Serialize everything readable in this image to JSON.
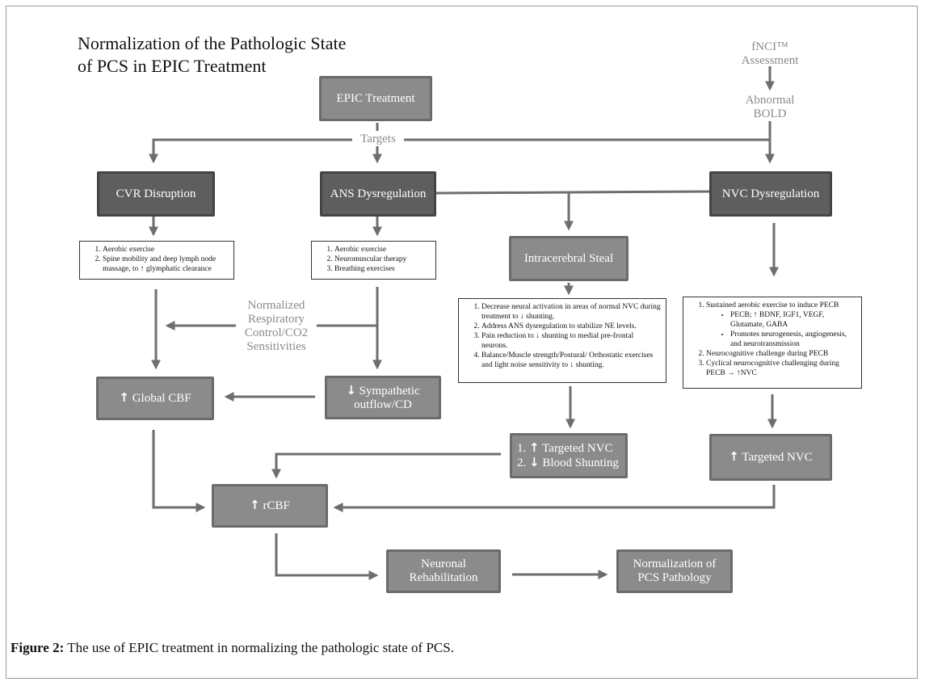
{
  "title": {
    "line1": "Normalization of the Pathologic State",
    "line2": "of PCS in EPIC Treatment"
  },
  "fnci": {
    "line1": "fNCI™",
    "line2": "Assessment"
  },
  "abnormal_bold": {
    "line1": "Abnormal",
    "line2": "BOLD"
  },
  "targets_label": "Targets",
  "nodes": {
    "epic": "EPIC Treatment",
    "cvr": "CVR Disruption",
    "ans": "ANS Dysregulation",
    "nvc_dys": "NVC Dysregulation",
    "steal": "Intracerebral Steal",
    "global_cbf": "Global CBF",
    "symp_line1": "Sympathetic",
    "symp_line2": "outflow/CD",
    "targeted1": "Targeted NVC",
    "shunting1": "Blood Shunting",
    "targeted2": "Targeted NVC",
    "rcbf": "rCBF",
    "neuronal_line1": "Neuronal",
    "neuronal_line2": "Rehabilitation",
    "norm_line1": "Normalization of",
    "norm_line2": "PCS Pathology"
  },
  "normalized_label": {
    "line1": "Normalized",
    "line2": "Respiratory",
    "line3": "Control/CO2",
    "line4": "Sensitivities"
  },
  "lists": {
    "cvr": [
      "Aerobic exercise",
      "Spine mobility and deep lymph node massage, to ↑ glymphatic clearance"
    ],
    "ans": [
      "Aerobic exercise",
      "Neuromuscular therapy",
      "Breathing exercises"
    ],
    "steal": [
      "Decrease neural activation in areas of normal NVC during treatment to ↓ shunting.",
      "Address ANS dysregulation to stabilize NE levels.",
      "Pain reduction to ↓ shunting to medial pre-frontal neurons.",
      "Balance/Muscle strength/Postural/ Orthostatic exercises and light noise sensitivity to ↓ shunting."
    ],
    "nvc": {
      "item1": "Sustained aerobic exercise to induce PECB",
      "sub": [
        "PECB; ↑ BDNF, IGF1, VEGF, Glutamate, GABA",
        "Promotes neurogenesis, angiogenesis, and neurotransmission"
      ],
      "item2": "Neurocognitive challenge during PECB",
      "item3": "Cyclical neurocognitive challenging during PECB → ↑NVC"
    }
  },
  "caption": {
    "label": "Figure 2:",
    "text": " The use of EPIC treatment in normalizing the pathologic state of PCS."
  },
  "colors": {
    "box_light": "#8b8b8b",
    "box_dark": "#5e5e5e",
    "arrow": "#6e6e6e",
    "muted_text": "#8a8a8a"
  }
}
